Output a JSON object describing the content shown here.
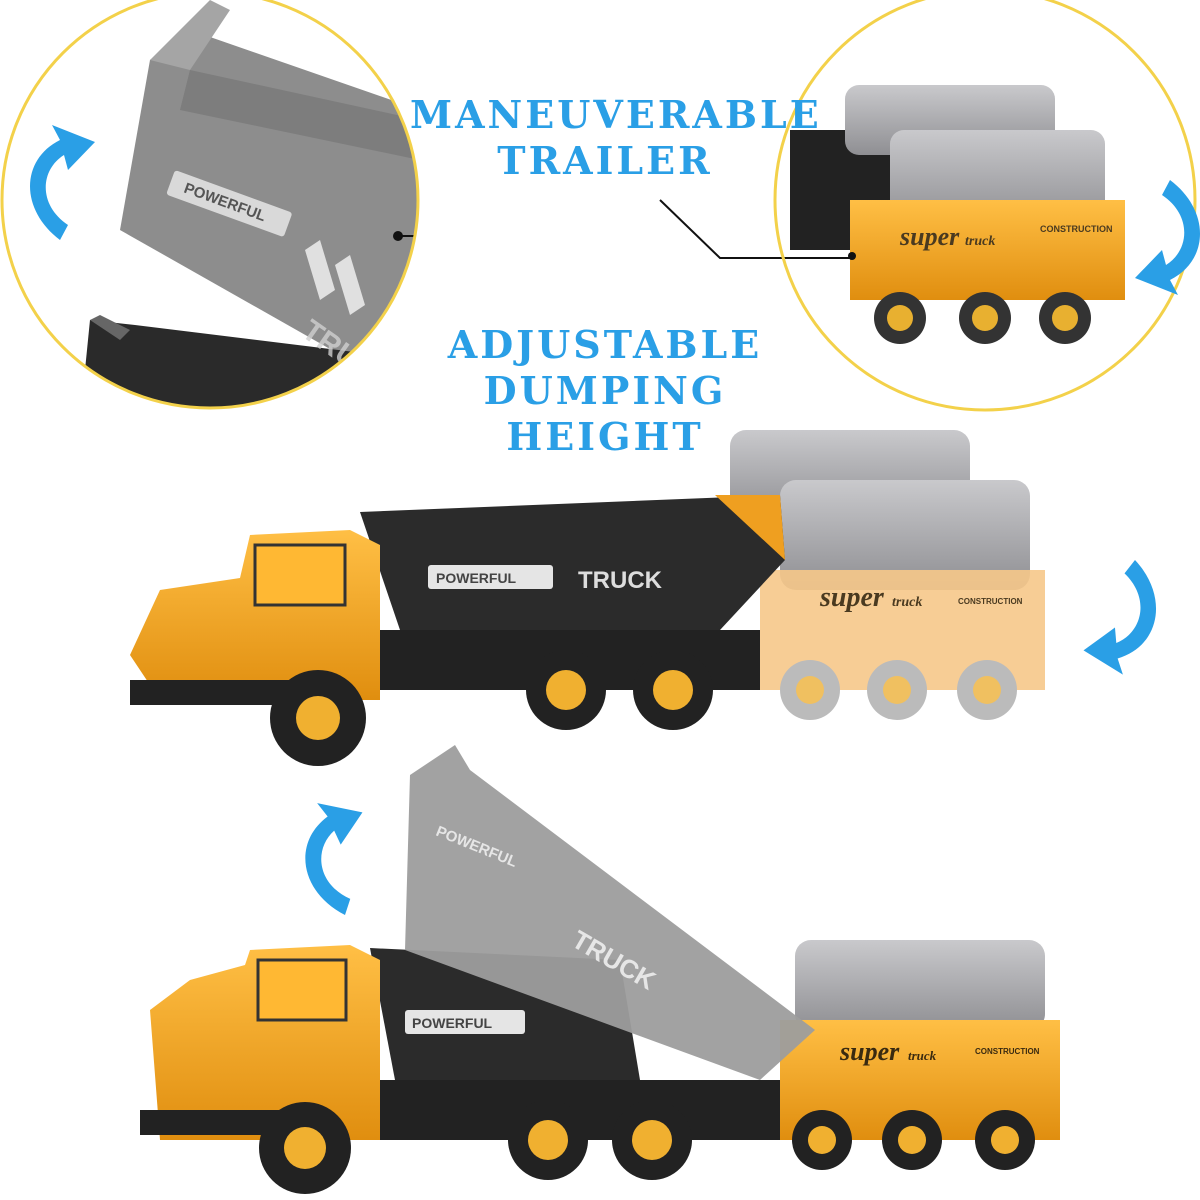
{
  "callouts": {
    "maneuverable_trailer": {
      "line1": "MANEUVERABLE",
      "line2": "TRAILER"
    },
    "adjustable_dumping": {
      "line1": "ADJUSTABLE",
      "line2": "DUMPING HEIGHT"
    }
  },
  "product_markings": {
    "bed_badge": "POWERFUL",
    "bed_logo": "TRUCK",
    "trailer_brand": "super",
    "trailer_brand_suffix": "truck",
    "trailer_sub": "CONSTRUCTION"
  },
  "colors": {
    "accent_blue": "#2a9fe6",
    "circle_border": "#f3d14a",
    "truck_yellow": "#f0a21e",
    "bed_black": "#2b2b2b",
    "bed_gray": "#9a9a9a",
    "pipe_gray": "#a7a7aa"
  },
  "icons": [
    "rotate-arrow-icon",
    "rotate-arrow-icon",
    "rotate-arrow-icon",
    "rotate-arrow-icon"
  ]
}
